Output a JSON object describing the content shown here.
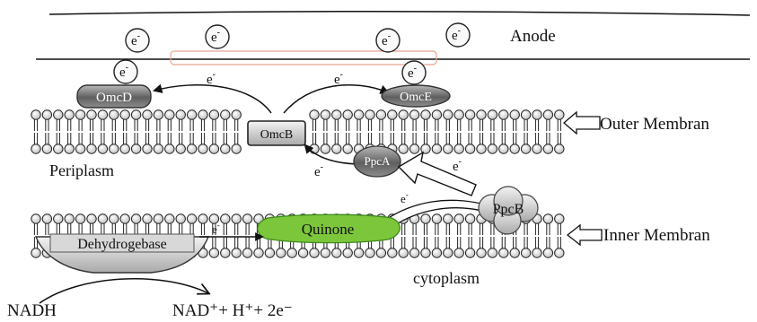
{
  "labels": {
    "anode": "Anode",
    "outer_membrane": "Outer Membran",
    "inner_membrane": "Inner Membran",
    "periplasm": "Periplasm",
    "cytoplasm": "cytoplasm",
    "nadh": "NADH",
    "nad_products": "NAD⁺+ H⁺+ 2e⁻"
  },
  "electron_symbol": {
    "base": "e",
    "charge": "-"
  },
  "proteins": {
    "omcd": "OmcD",
    "omce": "OmcE",
    "omcb": "OmcB",
    "ppca": "PpcA",
    "ppcb": "PpcB",
    "quinone": "Quinone",
    "dehydrogenase": "Dehydrogebase"
  },
  "colors": {
    "quinone_fill": "#7cc63b",
    "quinone_stroke": "#3d8a1d",
    "protein_dark": "#6f6f6f",
    "protein_light": "#cfcfcf",
    "membrane_head": "#d9d9d9",
    "anode_highlight": "#e8a58f"
  }
}
